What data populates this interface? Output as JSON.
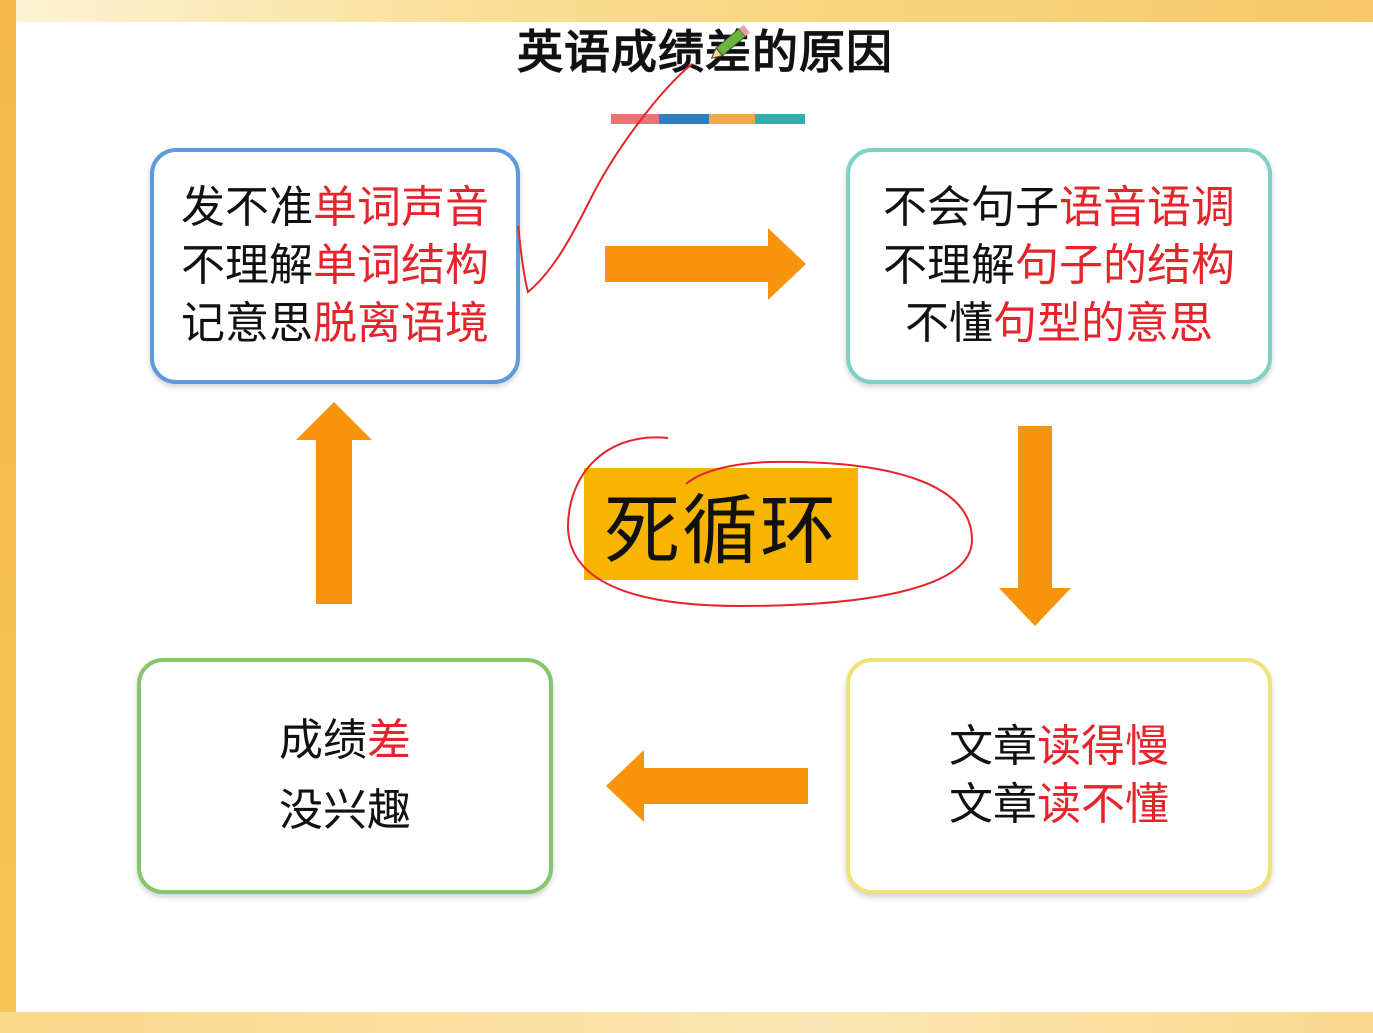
{
  "title": "英语成绩差的原因",
  "title_bar_colors": [
    "#f07074",
    "#2e7fc0",
    "#f4a842",
    "#2fb0ad"
  ],
  "accent_color": "#e5242c",
  "arrow_color": "#f7940c",
  "boxes": {
    "top_left": {
      "border_color": "#5b9bd9",
      "lines": [
        {
          "prefix": "发不准",
          "highlight": "单词声音"
        },
        {
          "prefix": "不理解",
          "highlight": "单词结构"
        },
        {
          "prefix": "记意思",
          "highlight": "脱离语境"
        }
      ]
    },
    "top_right": {
      "border_color": "#7fd1c4",
      "lines": [
        {
          "prefix": "不会句子",
          "highlight": "语音语调"
        },
        {
          "prefix": "不理解",
          "highlight": "句子的结构"
        },
        {
          "prefix": "不懂",
          "highlight": "句型的意思"
        }
      ]
    },
    "bottom_right": {
      "border_color": "#f0e27a",
      "lines": [
        {
          "prefix": "文章",
          "highlight": "读得慢"
        },
        {
          "prefix": "文章",
          "highlight": "读不懂"
        }
      ]
    },
    "bottom_left": {
      "border_color": "#86c66a",
      "lines": [
        {
          "prefix": "成绩",
          "highlight": "差"
        },
        {
          "prefix": "没兴趣",
          "highlight": ""
        }
      ]
    }
  },
  "center": {
    "label": "死循环",
    "bg_color": "#f8b500"
  },
  "icons": [
    "pencil-cursor-icon"
  ]
}
